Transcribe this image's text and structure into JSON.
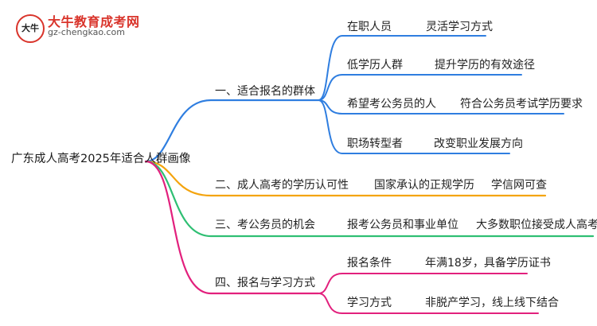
{
  "logo": {
    "badge_text": "大牛",
    "site_name": "大牛教育成考网",
    "url": "gz-chengkao.com"
  },
  "root": {
    "label": "广东成人高考2025年适合人群画像"
  },
  "colors": {
    "blue": "#2f7ee0",
    "orange": "#f4a40e",
    "green": "#2fbf73",
    "pink": "#e2207d"
  },
  "branches": [
    {
      "label": "一、适合报名的群体",
      "children": [
        {
          "label": "在职人员",
          "note": "灵活学习方式"
        },
        {
          "label": "低学历人群",
          "note": "提升学历的有效途径"
        },
        {
          "label": "希望考公务员的人",
          "note": "符合公务员考试学历要求"
        },
        {
          "label": "职场转型者",
          "note": "改变职业发展方向"
        }
      ]
    },
    {
      "label": "二、成人高考的学历认可性",
      "children": [
        {
          "label": "国家承认的正规学历",
          "note": "学信网可查"
        }
      ]
    },
    {
      "label": "三、考公务员的机会",
      "children": [
        {
          "label": "报考公务员和事业单位",
          "note": "大多数职位接受成人高考学历"
        }
      ]
    },
    {
      "label": "四、报名与学习方式",
      "children": [
        {
          "label": "报名条件",
          "note": "年满18岁，具备学历证书"
        },
        {
          "label": "学习方式",
          "note": "非脱产学习，线上线下结合"
        }
      ]
    }
  ]
}
